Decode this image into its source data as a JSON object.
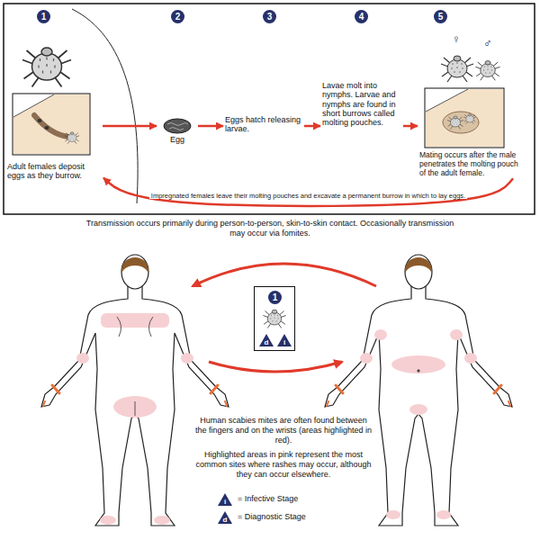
{
  "diagram": {
    "nodes": [
      {
        "text": [
          "Adult females deposit eggs as they burrow."
        ]
      },
      {
        "text": [
          "Egg"
        ]
      },
      {
        "text": [
          "Eggs hatch releasing larvae."
        ]
      },
      {
        "text": [
          "Lavae molt into nymphs. Larvae and nymphs are found in short burrows called molting pouches."
        ]
      },
      {
        "text": [
          "Mating occurs after the male penetrates the molting pouch of the adult female."
        ]
      },
      {
        "text": [
          "1",
          "d",
          "i"
        ]
      }
    ],
    "edges": [
      {
        "from": 0,
        "to": 1,
        "arrow": "to"
      },
      {
        "from": 1,
        "to": 2,
        "arrow": "to"
      },
      {
        "from": 2,
        "to": 3,
        "arrow": "to"
      },
      {
        "from": 3,
        "to": 4,
        "arrow": "to"
      },
      {
        "from": 4,
        "to": 0,
        "arrow": "to",
        "label": "Impregnated females leave their molting pouches and excavate a permanent burrow in which to lay eggs."
      }
    ],
    "labels": [
      "1",
      "2",
      "3",
      "4",
      "5",
      "♀",
      "♂",
      "Transmission occurs primarily during person-to-person, skin-to-skin contact. Occasionally transmission may occur via fomites.",
      "Human scabies mites are often found between the fingers and on the wrists (areas highlighted in red).",
      "Highlighted areas in pink represent the most common sites where rashes may occur, although they can occur elsewhere.",
      "i",
      "d"
    ],
    "legend": [
      {
        "text": "= Infective Stage"
      },
      {
        "text": "= Diagnostic Stage"
      }
    ]
  }
}
